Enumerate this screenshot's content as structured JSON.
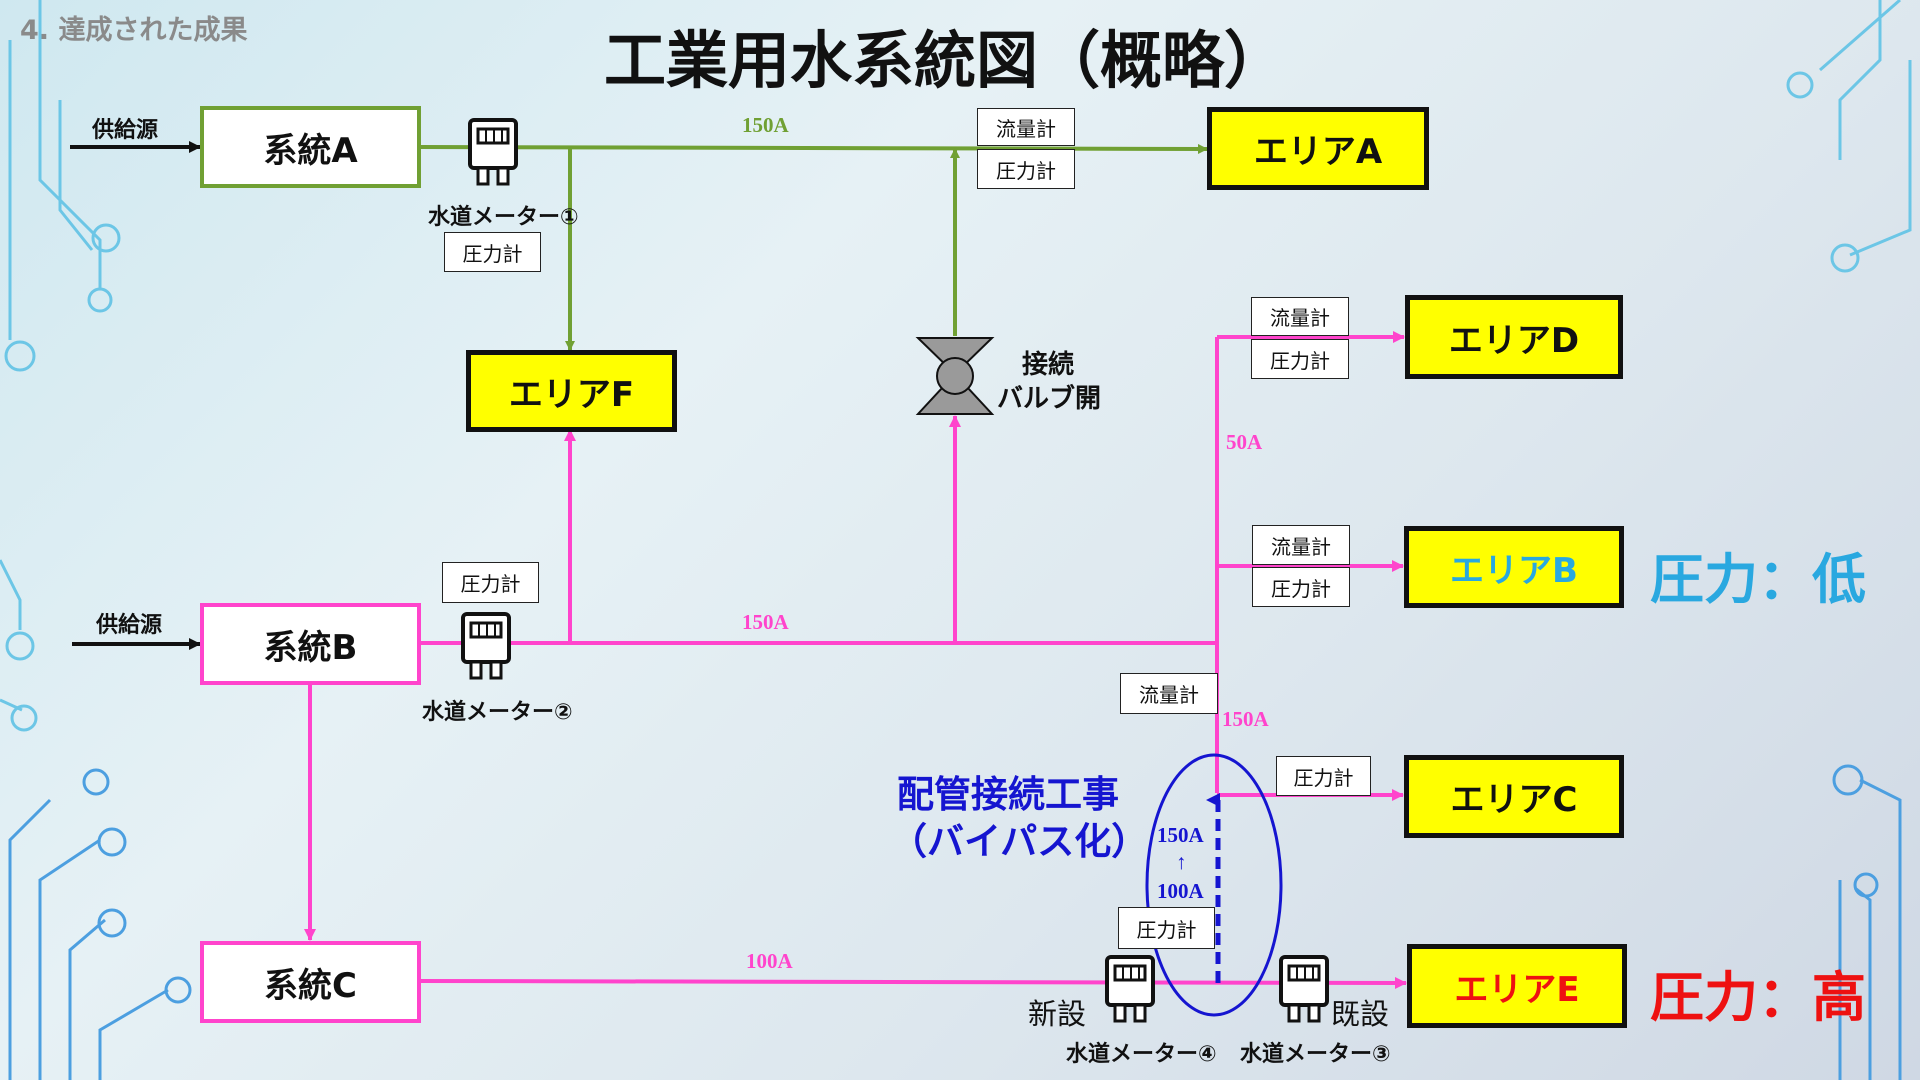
{
  "header": {
    "breadcrumb": "4. 達成された成果",
    "title": "工業用水系統図（概略）"
  },
  "sources": {
    "source_a": "供給源",
    "source_b": "供給源"
  },
  "systems": {
    "a": "系統A",
    "b": "系統B",
    "c": "系統C"
  },
  "areas": {
    "a": "エリアA",
    "b": "エリアB",
    "c": "エリアC",
    "d": "エリアD",
    "e": "エリアE",
    "f": "エリアF"
  },
  "gauges": {
    "flow": "流量計",
    "pressure": "圧力計"
  },
  "meters": {
    "m1": "水道メーター①",
    "m2": "水道メーター②",
    "m3": "水道メーター③",
    "m4": "水道メーター④",
    "new": "新設",
    "existing": "既設"
  },
  "valve": {
    "line1": "接続",
    "line2": "バルブ開"
  },
  "pipe_sizes": {
    "a_main": "150A",
    "b_main": "150A",
    "c_main": "100A",
    "riser_upper": "50A",
    "riser_lower": "150A",
    "bypass_new": "150A",
    "bypass_arrow": "↑",
    "bypass_old": "100A"
  },
  "construction": {
    "line1": "配管接続工事",
    "line2": "（バイパス化）"
  },
  "pressure_labels": {
    "low": "圧力：低",
    "high": "圧力：高"
  },
  "colors": {
    "system_a_pipe": "#70a033",
    "system_b_pipe": "#ff44cc",
    "bypass": "#1515d0",
    "area_fill": "#ffff00",
    "low_pressure": "#29a8e0",
    "high_pressure": "#ee1111"
  }
}
